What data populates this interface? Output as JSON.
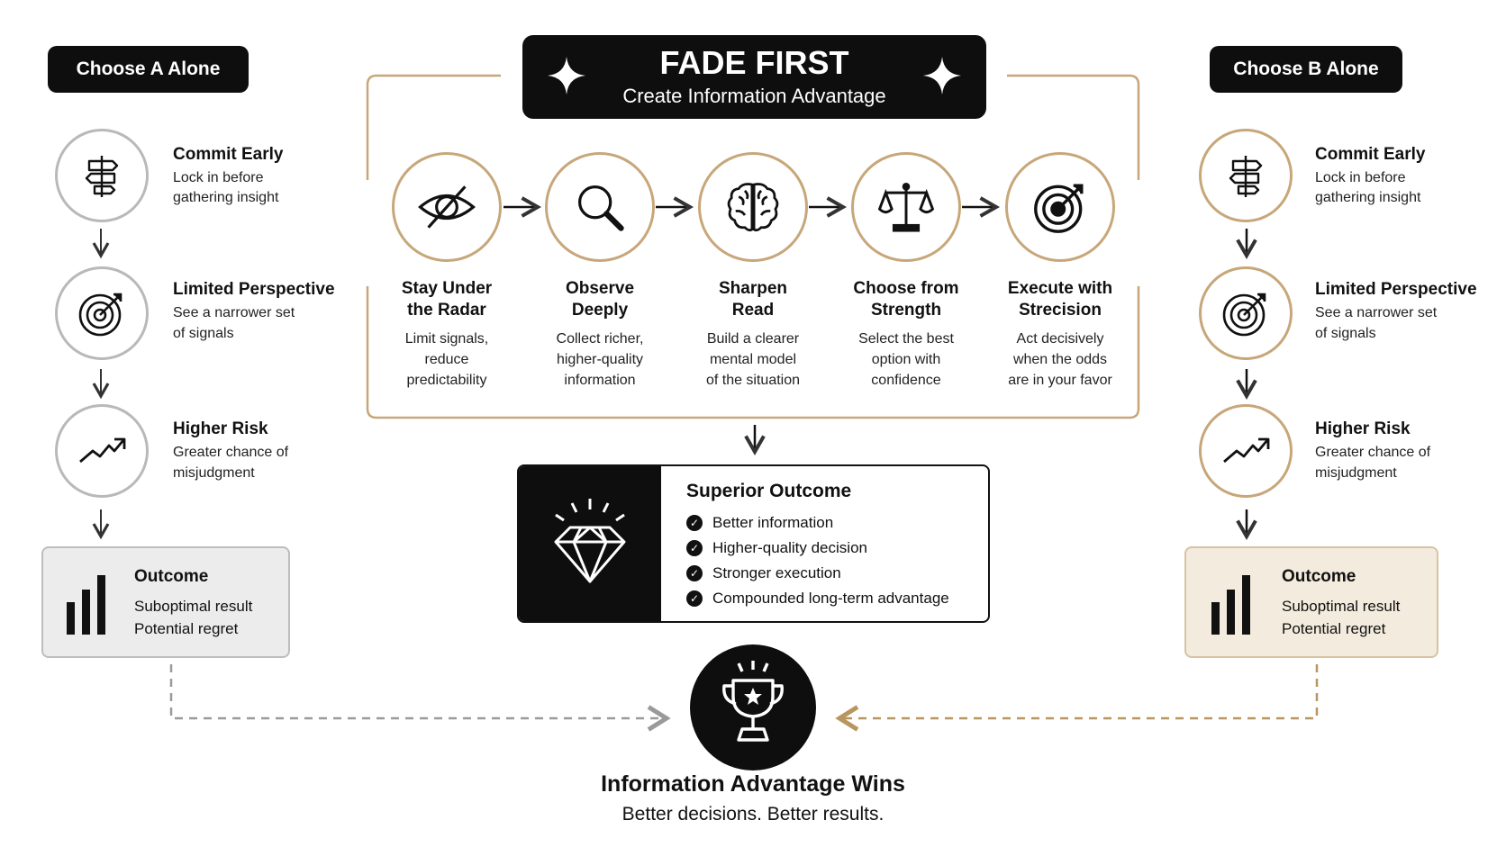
{
  "center_header": {
    "title": "FADE FIRST",
    "subtitle": "Create Information Advantage"
  },
  "left": {
    "label": "Choose A Alone",
    "steps": [
      {
        "title": "Commit Early",
        "line1": "Lock in before",
        "line2": "gathering insight",
        "icon": "signpost-icon"
      },
      {
        "title": "Limited Perspective",
        "line1": "See a narrower set",
        "line2": "of signals",
        "icon": "target-icon"
      },
      {
        "title": "Higher Risk",
        "line1": "Greater chance of",
        "line2": "misjudgment",
        "icon": "trend-up-icon"
      }
    ],
    "outcome": {
      "title": "Outcome",
      "line1": "Suboptimal result",
      "line2": "Potential regret"
    }
  },
  "right": {
    "label": "Choose B Alone",
    "steps": [
      {
        "title": "Commit Early",
        "line1": "Lock in before",
        "line2": "gathering insight",
        "icon": "signpost-icon"
      },
      {
        "title": "Limited Perspective",
        "line1": "See a narrower set",
        "line2": "of signals",
        "icon": "target-icon"
      },
      {
        "title": "Higher Risk",
        "line1": "Greater chance of",
        "line2": "misjudgment",
        "icon": "trend-up-icon"
      }
    ],
    "outcome": {
      "title": "Outcome",
      "line1": "Suboptimal result",
      "line2": "Potential regret"
    }
  },
  "flow": [
    {
      "title1": "Stay Under",
      "title2": "the Radar",
      "d1": "Limit signals,",
      "d2": "reduce",
      "d3": "predictability",
      "icon": "eye-slash-icon"
    },
    {
      "title1": "Observe",
      "title2": "Deeply",
      "d1": "Collect richer,",
      "d2": "higher-quality",
      "d3": "information",
      "icon": "magnifier-icon"
    },
    {
      "title1": "Sharpen",
      "title2": "Read",
      "d1": "Build a clearer",
      "d2": "mental model",
      "d3": "of the situation",
      "icon": "brain-icon"
    },
    {
      "title1": "Choose from",
      "title2": "Strength",
      "d1": "Select the best",
      "d2": "option with",
      "d3": "confidence",
      "icon": "scales-icon"
    },
    {
      "title1": "Execute with",
      "title2": "Strecision",
      "d1": "Act decisively",
      "d2": "when the odds",
      "d3": "are in your favor",
      "icon": "bullseye-icon"
    }
  ],
  "superior": {
    "title": "Superior Outcome",
    "items": [
      "Better information",
      "Higher-quality decision",
      "Stronger execution",
      "Compounded long-term advantage"
    ],
    "icon": "diamond-icon"
  },
  "final": {
    "title": "Information Advantage Wins",
    "subtitle": "Better decisions. Better results.",
    "icon": "trophy-icon"
  },
  "colors": {
    "black": "#0e0e0e",
    "gold": "#c7a77a",
    "grey": "#b9b9b9",
    "left_outcome_bg": "#ececec",
    "right_outcome_bg": "#f3ebdd"
  }
}
